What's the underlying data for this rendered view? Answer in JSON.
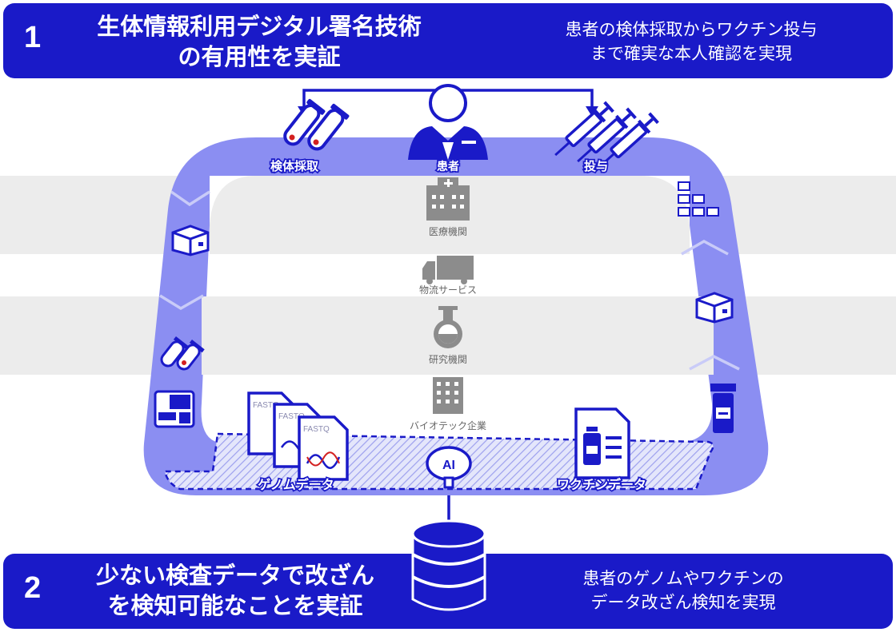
{
  "banner1": {
    "number": "1",
    "title_line1": "生体情報利用デジタル署名技術",
    "title_line2": "の有用性を実証",
    "desc_line1": "患者の検体採取からワクチン投与",
    "desc_line2": "まで確実な本人確認を実現"
  },
  "banner2": {
    "number": "2",
    "title_line1": "少ない検査データで改ざん",
    "title_line2": "を検知可能なことを実証",
    "desc_line1": "患者のゲノムやワクチンの",
    "desc_line2": "データ改ざん検知を実現"
  },
  "flow": {
    "specimen_label": "検体採取",
    "patient_label": "患者",
    "administration_label": "投与",
    "genome_label": "ゲノムデータ",
    "vaccine_label": "ワクチンデータ",
    "fastq_text": "FASTQ",
    "ai_text": "AI"
  },
  "actors": [
    {
      "label": "医療機関",
      "icon": "hospital-icon"
    },
    {
      "label": "物流サービス",
      "icon": "truck-icon"
    },
    {
      "label": "研究機関",
      "icon": "flask-icon"
    },
    {
      "label": "バイオテック企業",
      "icon": "office-building-icon"
    }
  ],
  "colors": {
    "primary": "#1a1ac8",
    "loop": "#8b8ef2",
    "band": "#ececec",
    "gray_icon": "#8c8c8c"
  }
}
